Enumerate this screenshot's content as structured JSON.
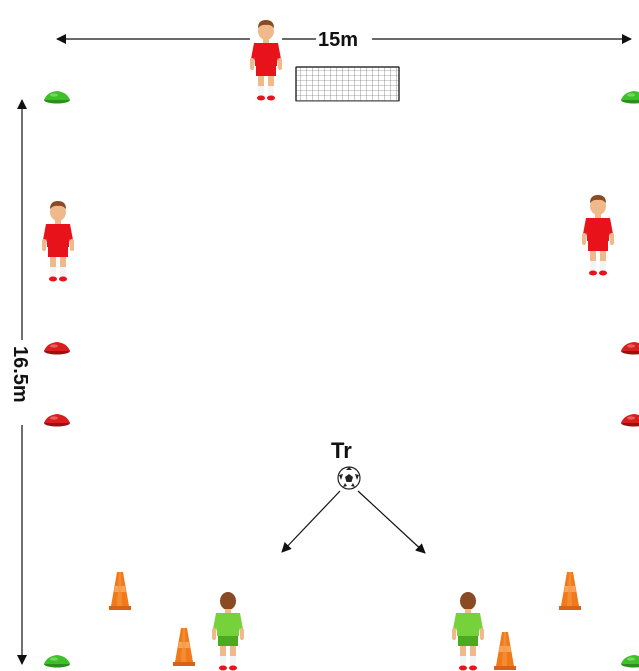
{
  "labels": {
    "width": "15m",
    "length": "16.5m",
    "trainer": "Tr"
  },
  "colors": {
    "team_red": "#e8121b",
    "team_green": "#76d13b",
    "cone_green": "#3fbf2a",
    "cone_red": "#d81e1e",
    "cone_orange": "#f07a1a",
    "arrow": "#111111",
    "skin": "#f0b98c",
    "hair": "#8a4a23"
  },
  "players": {
    "red_goalkeeper": "red-player",
    "red_left": "red-player",
    "red_right": "red-player",
    "green_left": "green-player",
    "green_right": "green-player"
  },
  "equipment": {
    "goal": "goal-net",
    "ball": "soccer-ball",
    "cones": [
      "green-disc-cone",
      "red-disc-cone",
      "orange-tall-cone"
    ]
  }
}
